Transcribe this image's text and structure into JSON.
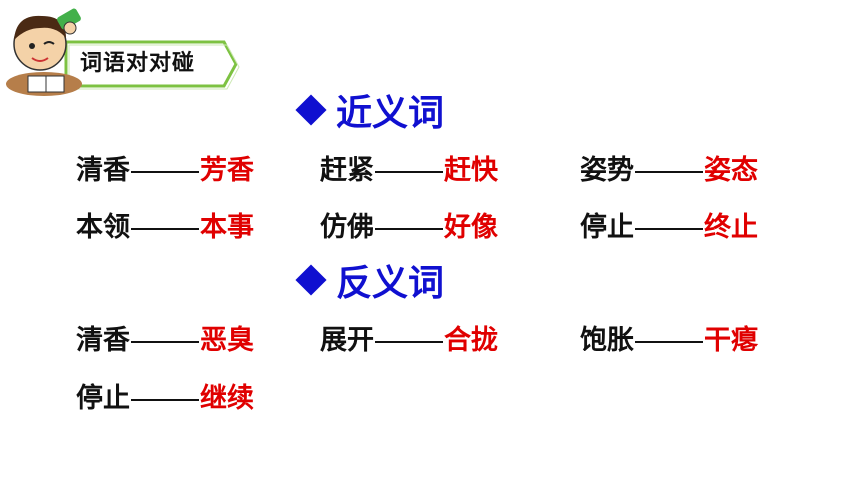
{
  "badge": {
    "label": "词语对对碰"
  },
  "synonyms": {
    "title": "近义词",
    "pairs": [
      {
        "word": "清香",
        "answer": "芳香"
      },
      {
        "word": "赶紧",
        "answer": "赶快"
      },
      {
        "word": "姿势",
        "answer": "姿态"
      },
      {
        "word": "本领",
        "answer": "本事"
      },
      {
        "word": "仿佛",
        "answer": "好像"
      },
      {
        "word": "停止",
        "answer": "终止"
      }
    ]
  },
  "antonyms": {
    "title": "反义词",
    "pairs": [
      {
        "word": "清香",
        "answer": "恶臭"
      },
      {
        "word": "展开",
        "answer": "合拢"
      },
      {
        "word": "饱胀",
        "answer": "干瘪"
      },
      {
        "word": "停止",
        "answer": "继续"
      }
    ]
  },
  "colors": {
    "title": "#1010d0",
    "answer": "#e00000",
    "badge_border": "#7dc242"
  }
}
